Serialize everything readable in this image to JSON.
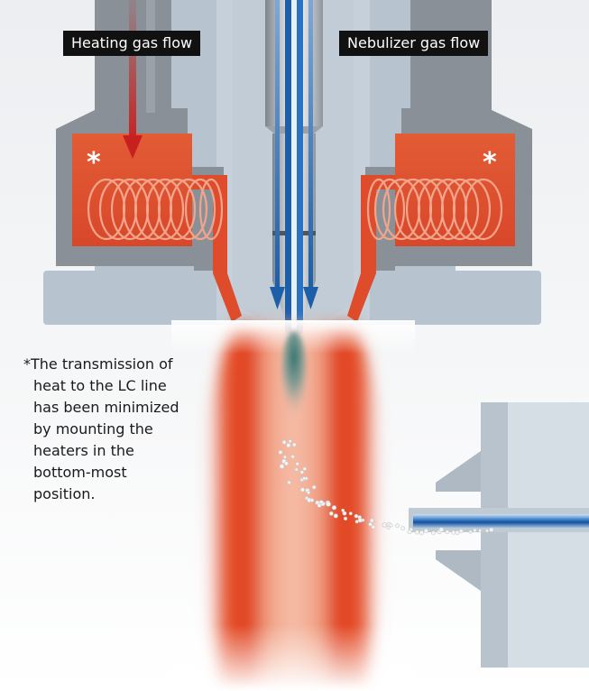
{
  "callouts": {
    "heating_gas_flow": "Heating gas flow",
    "nebulizer_gas_flow": "Nebulizer gas flow"
  },
  "heater_marker": "*",
  "note_lines": [
    "*The transmission of",
    "heat to the LC line",
    "has been minimized",
    "by mounting the",
    "heaters in the",
    "bottom-most",
    "position."
  ],
  "colors": {
    "heater_orange": "#e2502c",
    "plume_red": "#e0401e",
    "metal_gray": "#8a9097",
    "housing_blue_gray": "#b9c6d2",
    "nebulizer_blue": "#1c5ea8",
    "heating_arrow_red": "#c8201e",
    "droplet_teal": "#3e7f7a",
    "callout_black": "#111111"
  }
}
